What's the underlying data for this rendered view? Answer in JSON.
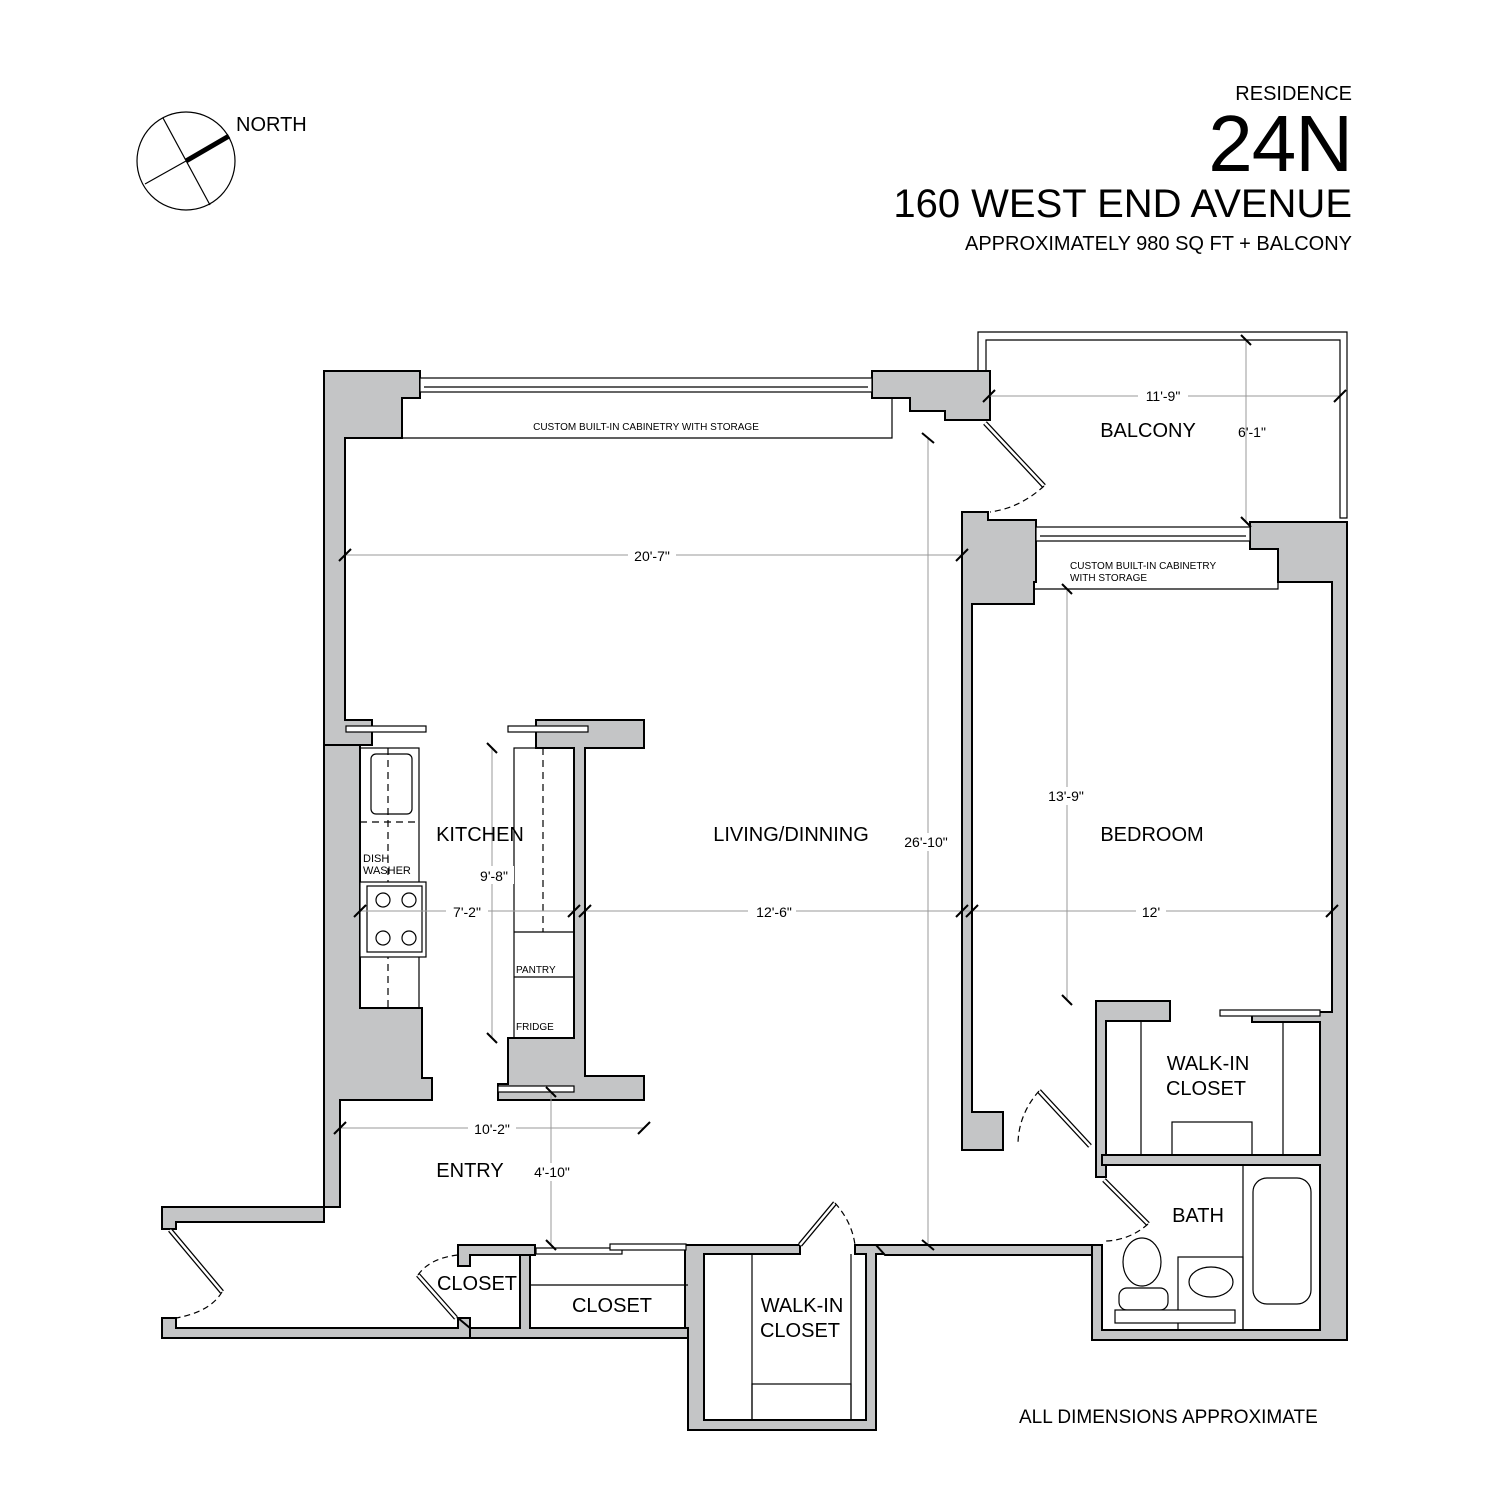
{
  "header": {
    "residence_label": "RESIDENCE",
    "unit_number": "24N",
    "address": "160 WEST END AVENUE",
    "area": "APPROXIMATELY 980 SQ FT + BALCONY"
  },
  "compass": {
    "label": "NORTH",
    "icon": "north-arrow-icon"
  },
  "rooms": {
    "balcony": "BALCONY",
    "living": "LIVING/DINNING",
    "bedroom": "BEDROOM",
    "kitchen": "KITCHEN",
    "entry": "ENTRY",
    "closet_small": "CLOSET",
    "closet_entry": "CLOSET",
    "walkin_hall_1": "WALK-IN",
    "walkin_hall_2": "CLOSET",
    "walkin_bed_1": "WALK-IN",
    "walkin_bed_2": "CLOSET",
    "bath": "BATH"
  },
  "fixtures": {
    "cabinetry_living": "CUSTOM BUILT-IN CABINETRY WITH STORAGE",
    "cabinetry_bed_1": "CUSTOM BUILT-IN CABINETRY",
    "cabinetry_bed_2": "WITH STORAGE",
    "dishwasher_1": "DISH",
    "dishwasher_2": "WASHER",
    "pantry": "PANTRY",
    "fridge": "FRIDGE"
  },
  "dimensions": {
    "balcony_width": "11'-9\"",
    "balcony_depth": "6'-1\"",
    "living_width": "20'-7\"",
    "living_depth": "26'-10\"",
    "living_span": "12'-6\"",
    "bedroom_depth": "13'-9\"",
    "bedroom_width": "12'",
    "kitchen_length": "9'-8\"",
    "kitchen_width": "7'-2\"",
    "entry_width": "10'-2\"",
    "entry_depth": "4'-10\""
  },
  "footer": {
    "disclaimer": "ALL DIMENSIONS APPROXIMATE"
  },
  "colors": {
    "wall_fill": "#c4c5c6",
    "line": "#000000",
    "dimension_line": "#999999"
  }
}
